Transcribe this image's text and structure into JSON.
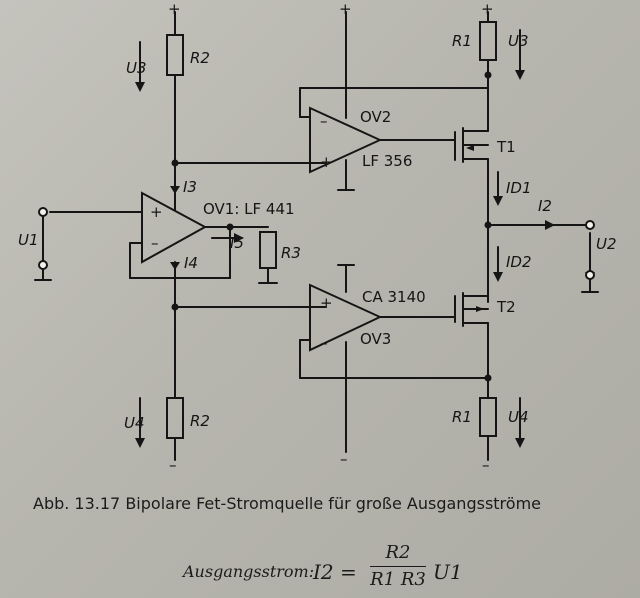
{
  "figure": {
    "labels": {
      "u3_left": "U3",
      "r2_top": "R2",
      "r1_top": "R1",
      "u3_right": "U3",
      "ov2": "OV2",
      "lf356": "LF 356",
      "t1": "T1",
      "i3": "I3",
      "ov1": "OV1: LF 441",
      "id1": "ID1",
      "i2": "I2",
      "u1": "U1",
      "i5": "I5",
      "r3": "R3",
      "i4": "I4",
      "u2": "U2",
      "id2": "ID2",
      "ca3140": "CA 3140",
      "t2": "T2",
      "ov3": "OV3",
      "u4_left": "U4",
      "r2_bottom": "R2",
      "r1_bottom": "R1",
      "u4_right": "U4",
      "plus": "+",
      "minus": "–"
    }
  },
  "caption": "Abb. 13.17 Bipolare Fet-Stromquelle für große Ausgangsströme",
  "formula": {
    "label": "Ausgangsstrom:",
    "lhs": "I2 =",
    "numerator": "R2",
    "denominator": "R1 R3",
    "rhs": "U1"
  }
}
